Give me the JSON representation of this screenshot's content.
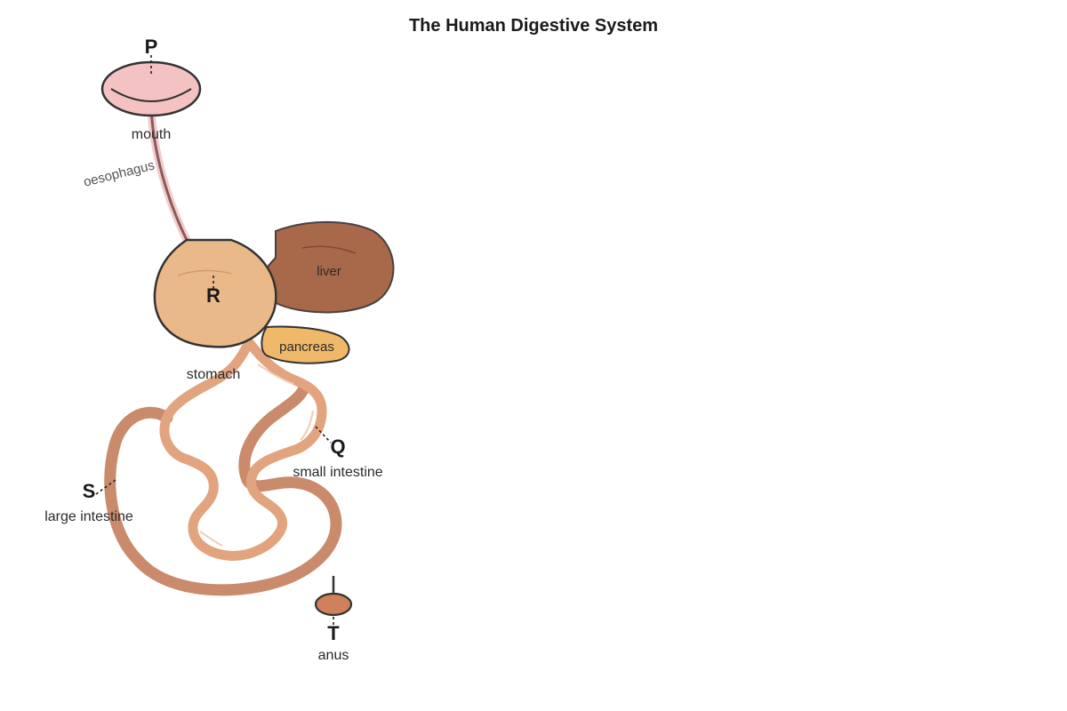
{
  "diagram": {
    "title": "The Human Digestive System",
    "organs": {
      "mouth": "mouth",
      "oesophagus": "oesophagus",
      "liver": "liver",
      "pancreas": "pancreas",
      "stomach": "stomach",
      "small_intestine": "small intestine",
      "large_intestine": "large intestine",
      "anus": "anus"
    },
    "markers": {
      "p": "P",
      "r": "R",
      "q": "Q",
      "s": "S",
      "t": "T"
    }
  },
  "colors": {
    "mouth_fill": "#f4c2c2",
    "stomach_fill": "#e9b98a",
    "liver_fill": "#a8684a",
    "pancreas_fill": "#f0b96a",
    "small_intestine": "#e2a47f",
    "large_intestine": "#c98b6c",
    "anus_fill": "#d0805a",
    "oesophagus": "#8b5a5a",
    "outline": "#333333"
  }
}
